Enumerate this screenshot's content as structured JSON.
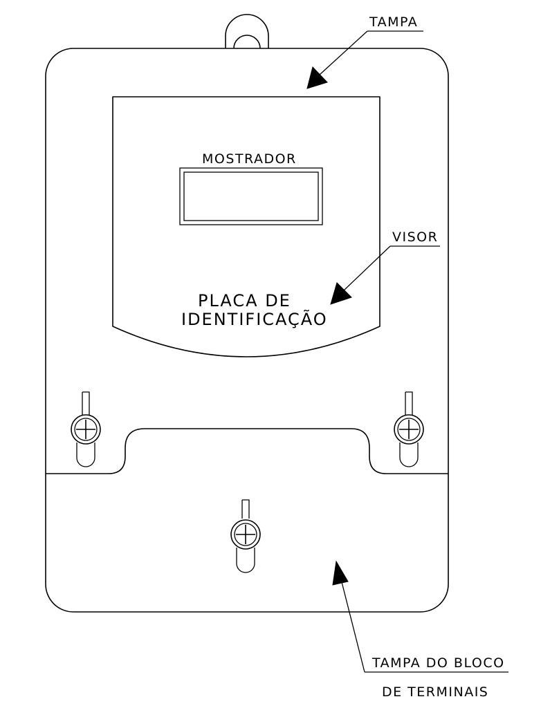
{
  "labels": {
    "tampa": "TAMPA",
    "mostrador": "MOSTRADOR",
    "visor": "VISOR",
    "placa_line1": "PLACA  DE",
    "placa_line2": "IDENTIFICAÇÃO",
    "tampa_bloco_line1": "TAMPA  DO  BLOCO",
    "tampa_bloco_line2": "DE  TERMINAIS"
  },
  "icons": {
    "screw": "screw-icon",
    "hanger": "hanger-ring-icon",
    "arrow": "leader-arrow-icon"
  },
  "colors": {
    "stroke": "#000000",
    "background": "#ffffff"
  }
}
